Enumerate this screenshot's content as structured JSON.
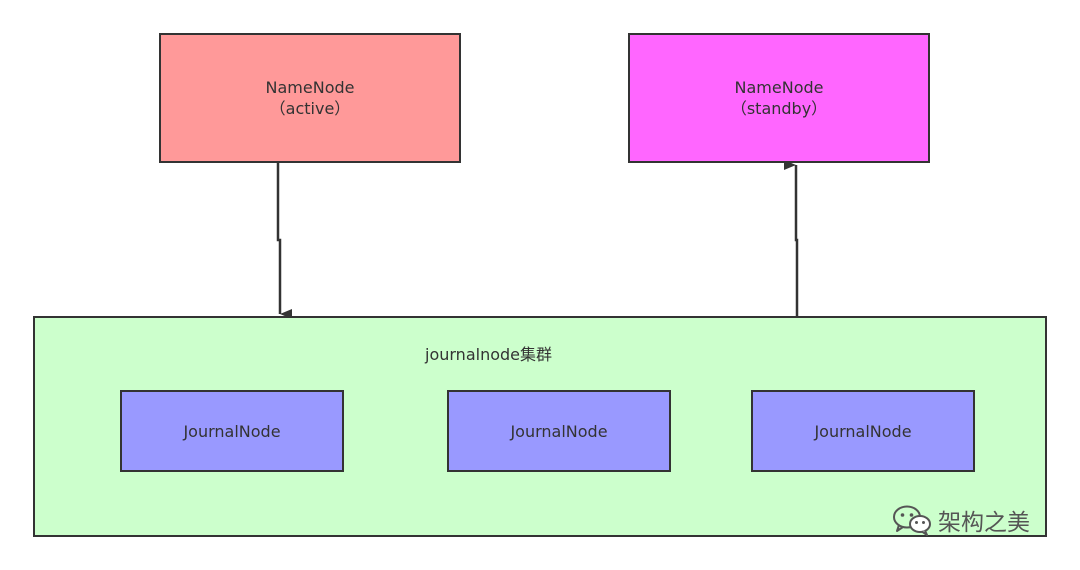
{
  "namenode_active": {
    "title": "NameNode",
    "subtitle": "（active）"
  },
  "namenode_standby": {
    "title": "NameNode",
    "subtitle": "（standby）"
  },
  "cluster": {
    "title": "journalnode集群",
    "nodes": [
      {
        "label": "JournalNode"
      },
      {
        "label": "JournalNode"
      },
      {
        "label": "JournalNode"
      }
    ]
  },
  "watermark": {
    "text": "架构之美",
    "icon": "wechat-icon"
  },
  "colors": {
    "active": "#ff9999",
    "standby": "#ff66ff",
    "cluster": "#ccffcc",
    "journalnode": "#9999ff",
    "stroke": "#333333"
  }
}
